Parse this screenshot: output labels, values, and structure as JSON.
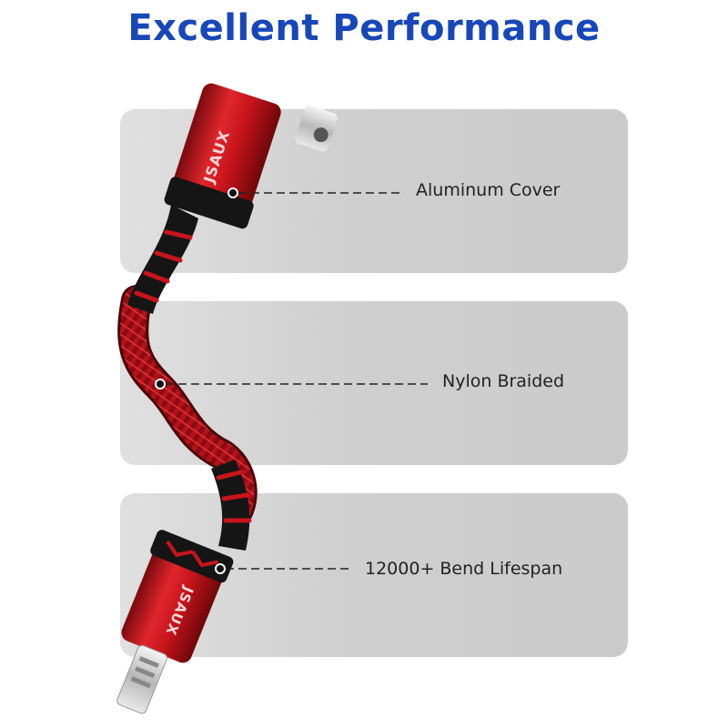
{
  "title": "Excellent Performance",
  "features": [
    {
      "label": "Aluminum Cover"
    },
    {
      "label": "Nylon Braided"
    },
    {
      "label": "12000+ Bend Lifespan"
    }
  ],
  "product": {
    "brand_mark": "JSAUX"
  },
  "colors": {
    "title": "#1747b8",
    "cable_red": "#c8141c",
    "panel": "#d3d3d3"
  }
}
